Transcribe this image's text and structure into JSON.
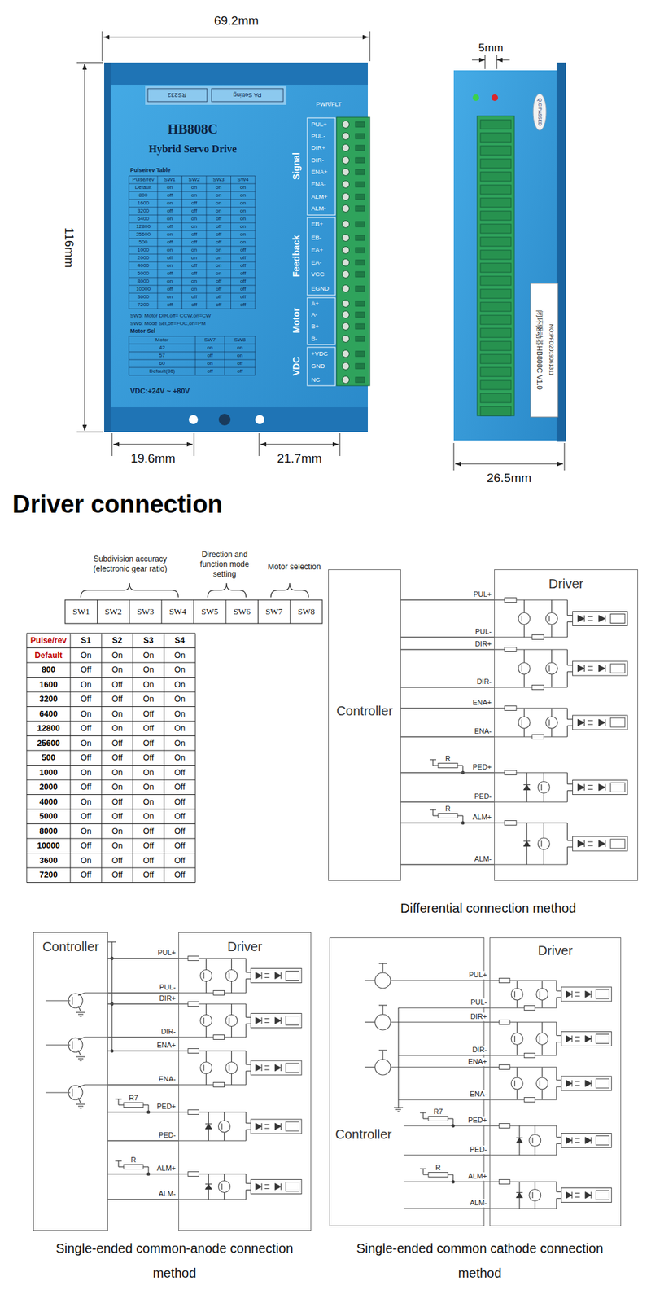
{
  "diagram": {
    "title": "Driver connection",
    "nodes": [
      {
        "text": [
          "Controller"
        ]
      },
      {
        "text": [
          "Driver"
        ]
      },
      {
        "text": [
          "Controller"
        ]
      },
      {
        "text": [
          "Driver"
        ]
      },
      {
        "text": [
          "Controller"
        ]
      },
      {
        "text": [
          "Driver"
        ]
      }
    ],
    "edges": [
      {
        "from": 0,
        "to": 1,
        "arrow": "none",
        "label": "PUL+"
      },
      {
        "from": 0,
        "to": 1,
        "arrow": "none",
        "label": "PUL-"
      },
      {
        "from": 0,
        "to": 1,
        "arrow": "none",
        "label": "DIR+"
      },
      {
        "from": 0,
        "to": 1,
        "arrow": "none",
        "label": "DIR-"
      },
      {
        "from": 0,
        "to": 1,
        "arrow": "none",
        "label": "ENA+"
      },
      {
        "from": 0,
        "to": 1,
        "arrow": "none",
        "label": "ENA-"
      },
      {
        "from": 0,
        "to": 1,
        "arrow": "none",
        "label": "PED+"
      },
      {
        "from": 0,
        "to": 1,
        "arrow": "none",
        "label": "PED-"
      },
      {
        "from": 0,
        "to": 1,
        "arrow": "none",
        "label": "ALM+"
      },
      {
        "from": 0,
        "to": 1,
        "arrow": "none",
        "label": "ALM-"
      },
      {
        "from": 2,
        "to": 3,
        "arrow": "none",
        "label": "PUL+"
      },
      {
        "from": 2,
        "to": 3,
        "arrow": "none",
        "label": "PUL-"
      },
      {
        "from": 2,
        "to": 3,
        "arrow": "none",
        "label": "DIR+"
      },
      {
        "from": 2,
        "to": 3,
        "arrow": "none",
        "label": "DIR-"
      },
      {
        "from": 2,
        "to": 3,
        "arrow": "none",
        "label": "ENA+"
      },
      {
        "from": 2,
        "to": 3,
        "arrow": "none",
        "label": "ENA-"
      },
      {
        "from": 2,
        "to": 3,
        "arrow": "none",
        "label": "PED+"
      },
      {
        "from": 2,
        "to": 3,
        "arrow": "none",
        "label": "PED-"
      },
      {
        "from": 2,
        "to": 3,
        "arrow": "none",
        "label": "ALM+"
      },
      {
        "from": 2,
        "to": 3,
        "arrow": "none",
        "label": "ALM-"
      },
      {
        "from": 4,
        "to": 5,
        "arrow": "none",
        "label": "PUL+"
      },
      {
        "from": 4,
        "to": 5,
        "arrow": "none",
        "label": "PUL-"
      },
      {
        "from": 4,
        "to": 5,
        "arrow": "none",
        "label": "DIR+"
      },
      {
        "from": 4,
        "to": 5,
        "arrow": "none",
        "label": "DIR-"
      },
      {
        "from": 4,
        "to": 5,
        "arrow": "none",
        "label": "ENA+"
      },
      {
        "from": 4,
        "to": 5,
        "arrow": "none",
        "label": "ENA-"
      },
      {
        "from": 4,
        "to": 5,
        "arrow": "none",
        "label": "PED+"
      },
      {
        "from": 4,
        "to": 5,
        "arrow": "none",
        "label": "PED-"
      },
      {
        "from": 4,
        "to": 5,
        "arrow": "none",
        "label": "ALM+"
      },
      {
        "from": 4,
        "to": 5,
        "arrow": "none",
        "label": "ALM-"
      }
    ],
    "labels": [
      "69.2mm",
      "116mm",
      "19.6mm",
      "21.7mm",
      "5mm",
      "26.5mm",
      "RS232",
      "PA Setting",
      "PWR/FLT",
      "HB808C",
      "Hybrid Servo Drive",
      "Pulse/rev Table",
      "Pulse/rev",
      "SW1",
      "SW2",
      "SW3",
      "SW4",
      "Default",
      "on",
      "on",
      "on",
      "on",
      "800",
      "off",
      "on",
      "on",
      "on",
      "1600",
      "on",
      "off",
      "on",
      "on",
      "3200",
      "off",
      "off",
      "on",
      "on",
      "6400",
      "on",
      "on",
      "off",
      "on",
      "12800",
      "off",
      "on",
      "off",
      "on",
      "25600",
      "on",
      "off",
      "off",
      "on",
      "500",
      "off",
      "off",
      "off",
      "on",
      "1000",
      "on",
      "on",
      "on",
      "off",
      "2000",
      "off",
      "on",
      "on",
      "off",
      "4000",
      "on",
      "off",
      "on",
      "off",
      "5000",
      "off",
      "off",
      "on",
      "off",
      "8000",
      "on",
      "on",
      "off",
      "off",
      "10000",
      "off",
      "on",
      "off",
      "off",
      "3600",
      "on",
      "off",
      "off",
      "off",
      "7200",
      "off",
      "off",
      "off",
      "off",
      "SW5: Motor DIR,off= CCW,on=CW",
      "SW6: Mode Sel,off=FOC,on=PM",
      "Motor Sel",
      "Motor",
      "SW7",
      "SW8",
      "42",
      "on",
      "on",
      "57",
      "off",
      "on",
      "60",
      "on",
      "off",
      "Default(86)",
      "off",
      "off",
      "VDC:+24V ~ +80V",
      "PUL+",
      "PUL-",
      "DIR+",
      "DIR-",
      "ENA+",
      "ENA-",
      "ALM+",
      "ALM-",
      "EB+",
      "EB-",
      "EA+",
      "EA-",
      "VCC",
      "EGND",
      "A+",
      "A-",
      "B+",
      "B-",
      "+VDC",
      "GND",
      "NC",
      "Signal",
      "Feedback",
      "Motor",
      "VDC",
      "Q.C PASSED",
      "闭环驱动器HB808C V1.0",
      "NO:PFD2019061311",
      "Subdivision accuracy (electronic gear ratio)",
      "Direction and function mode setting",
      "Motor selection",
      "SW1",
      "SW2",
      "SW3",
      "SW4",
      "SW5",
      "SW6",
      "SW7",
      "SW8",
      "Pulse/rev",
      "S1",
      "S2",
      "S3",
      "S4",
      "Default",
      "On",
      "On",
      "On",
      "On",
      "800",
      "Off",
      "On",
      "On",
      "On",
      "1600",
      "On",
      "Off",
      "On",
      "On",
      "3200",
      "Off",
      "Off",
      "On",
      "On",
      "6400",
      "On",
      "On",
      "Off",
      "On",
      "12800",
      "Off",
      "On",
      "Off",
      "On",
      "25600",
      "On",
      "Off",
      "Off",
      "On",
      "500",
      "Off",
      "Off",
      "Off",
      "On",
      "1000",
      "On",
      "On",
      "On",
      "Off",
      "2000",
      "Off",
      "On",
      "On",
      "Off",
      "4000",
      "On",
      "Off",
      "On",
      "Off",
      "5000",
      "Off",
      "Off",
      "On",
      "Off",
      "8000",
      "On",
      "On",
      "Off",
      "Off",
      "10000",
      "Off",
      "On",
      "Off",
      "Off",
      "3600",
      "On",
      "Off",
      "Off",
      "Off",
      "7200",
      "Off",
      "Off",
      "Off",
      "Off",
      "R",
      "R",
      "Differential connection method",
      "R7",
      "R",
      "Single-ended common-anode connection method",
      "R7",
      "R",
      "Single-ended common cathode connection method"
    ]
  }
}
